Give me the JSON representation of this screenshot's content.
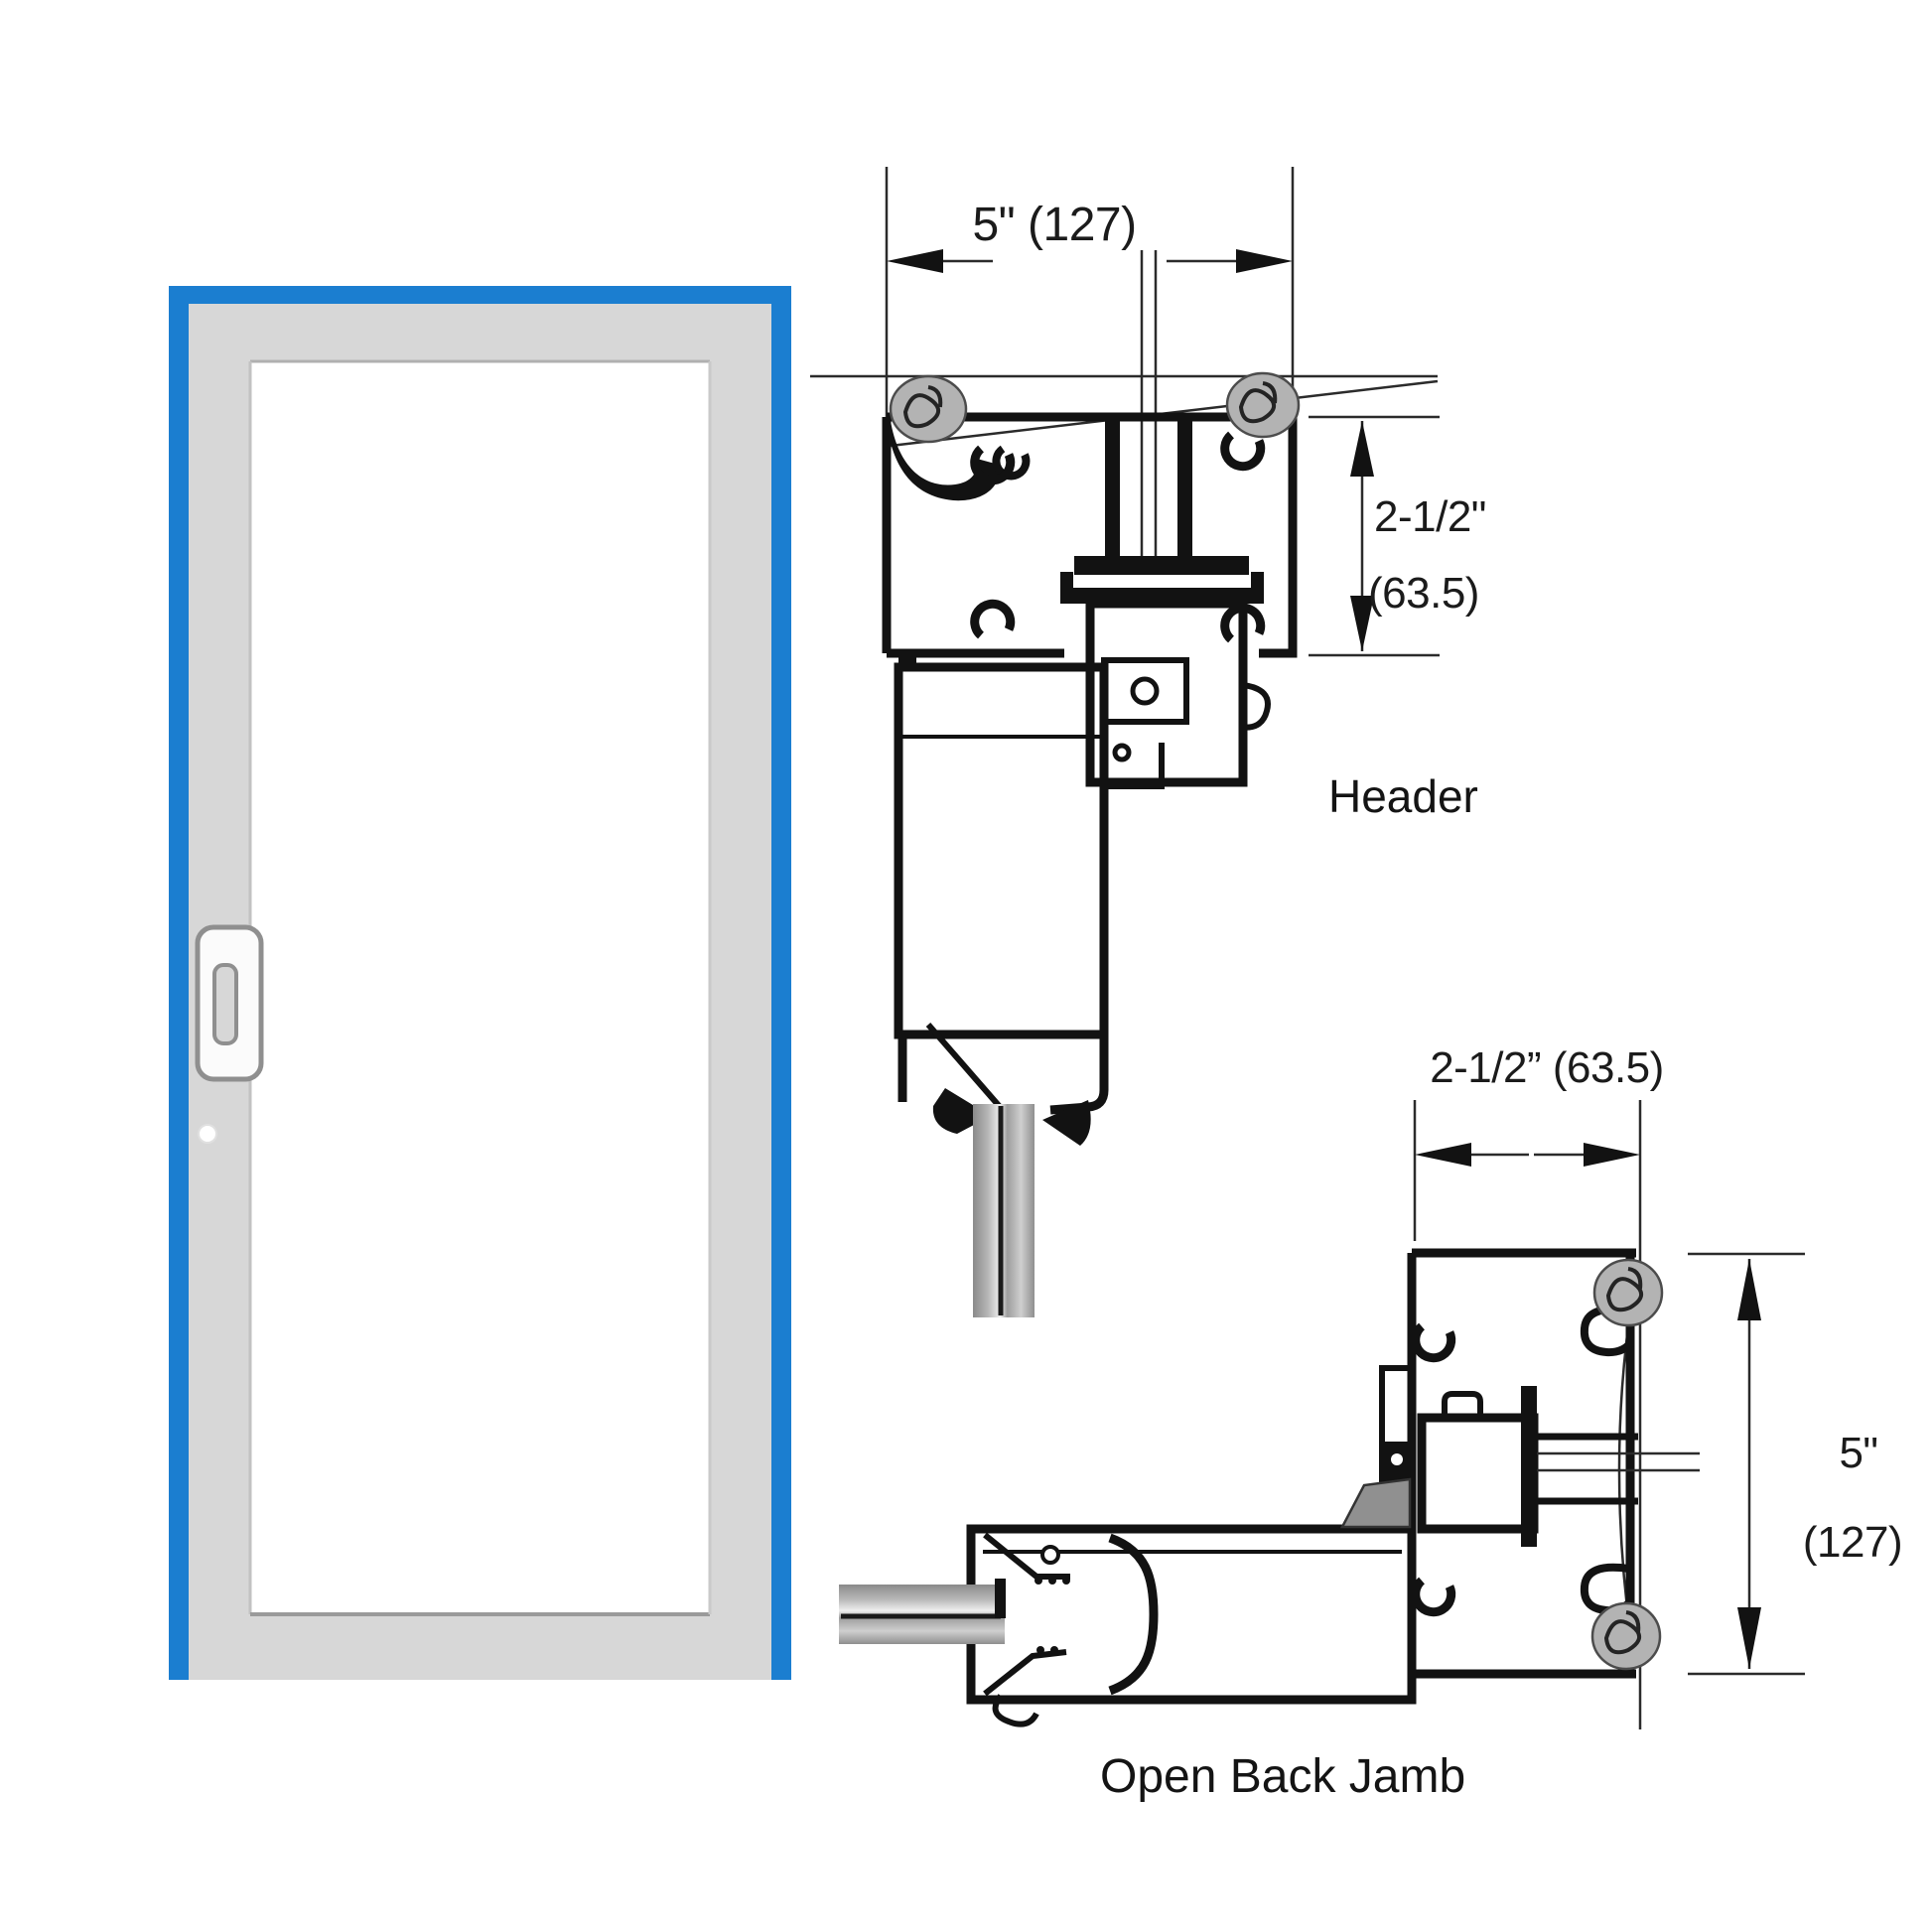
{
  "figure": {
    "door": {
      "accent_color": "#1b7ed0",
      "frame_color": "#d7d7d7",
      "glass_color": "#ffffff"
    },
    "header_detail": {
      "label": "Header",
      "width_dim": "5\" (127)",
      "height_dim_primary": "2-1/2\"",
      "height_dim_metric": "(63.5)"
    },
    "open_back_jamb_detail": {
      "label": "Open Back Jamb",
      "width_dim": "2-1/2” (63.5)",
      "height_dim_primary": "5\"",
      "height_dim_metric": "(127)"
    }
  }
}
